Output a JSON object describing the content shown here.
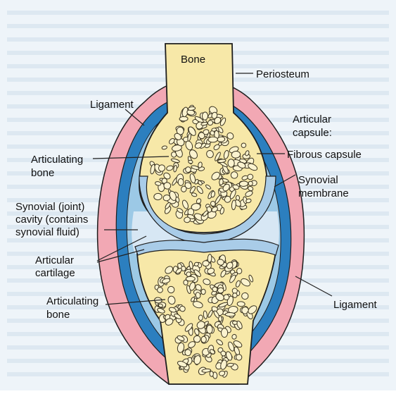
{
  "labels": {
    "bone": "Bone",
    "periosteum": "Periosteum",
    "ligament_top": "Ligament",
    "articular_capsule_l1": "Articular",
    "articular_capsule_l2": "capsule:",
    "articulating_bone_top_l1": "Articulating",
    "articulating_bone_top_l2": "bone",
    "fibrous_capsule": "Fibrous capsule",
    "synovial_membrane_l1": "Synovial",
    "synovial_membrane_l2": "membrane",
    "synovial_cavity_l1": "Synovial (joint)",
    "synovial_cavity_l2": "cavity (contains",
    "synovial_cavity_l3": "synovial fluid)",
    "articular_cartilage_l1": "Articular",
    "articular_cartilage_l2": "cartilage",
    "articulating_bone_bottom_l1": "Articulating",
    "articulating_bone_bottom_l2": "bone",
    "ligament_bottom": "Ligament"
  },
  "colors": {
    "background": "#eaf2f8",
    "bone": "#f7e8a8",
    "ligament": "#f2a8b4",
    "fibrous_capsule": "#2c7fbf",
    "synovial_membrane": "#9cc9e6",
    "cavity": "#d7e7f4",
    "cartilage": "#a9cce8",
    "outline": "#1e1e1e"
  }
}
